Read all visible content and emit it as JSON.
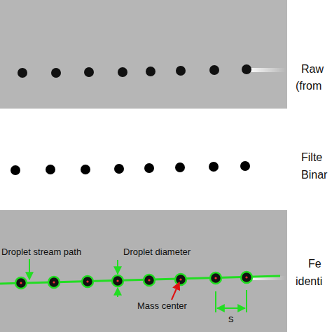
{
  "diagram": {
    "labels": [
      "Raw",
      "(from",
      "Filte",
      "Binar",
      "Droplet stream path",
      "Droplet diameter",
      "Mass center",
      "s",
      "Fe",
      "identi"
    ]
  }
}
